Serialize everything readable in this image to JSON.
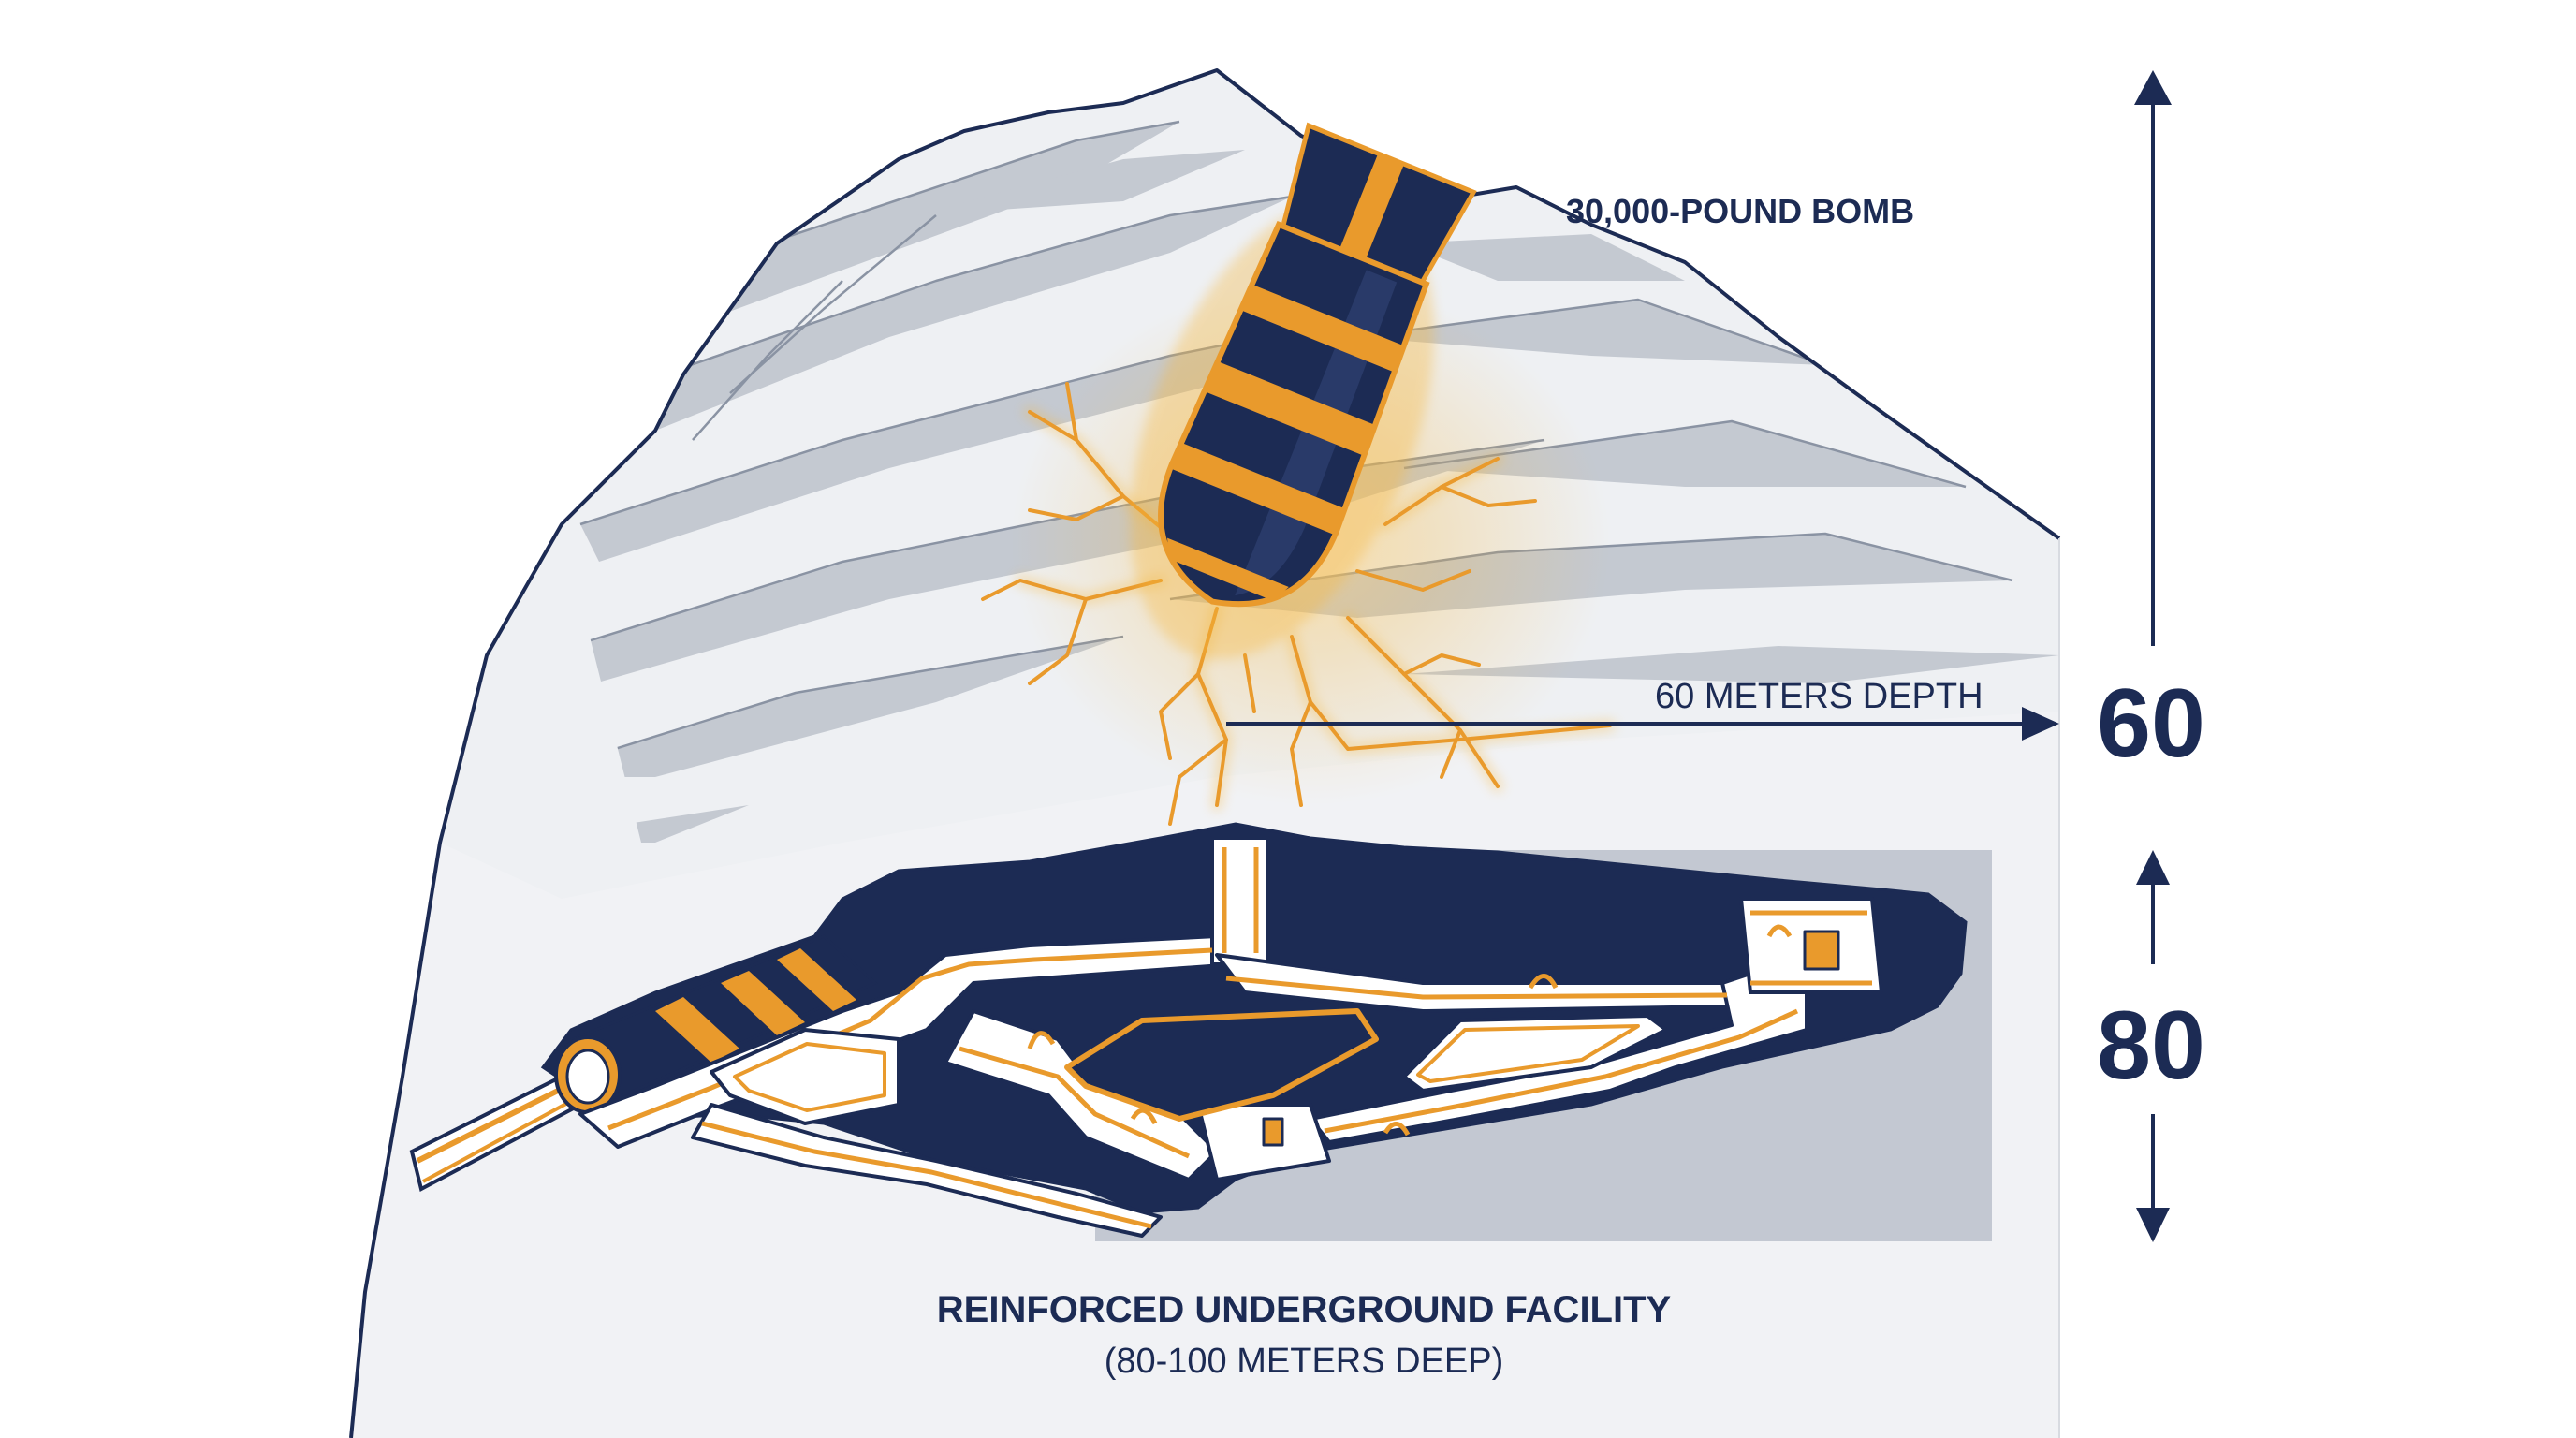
{
  "labels": {
    "bomb": "30,000-POUND BOMB",
    "depth": "60 METERS DEPTH",
    "facility_title": "REINFORCED UNDERGROUND FACILITY",
    "facility_subtitle": "(80-100 METERS DEEP)"
  },
  "scale": {
    "upper_value": "60",
    "lower_value": "80"
  },
  "colors": {
    "navy": "#1c2b54",
    "orange": "#e99a2c",
    "rock_light": "#eef0f3",
    "rock_stripe": "#c4c9d1",
    "ground": "#f1f2f5",
    "facility_shadow": "#c3c8d2",
    "glow": "#f6b73c"
  },
  "icons": {
    "bomb": "bomb-icon",
    "cracks": "crack-lines",
    "facility": "bunker-cutaway",
    "arrows": "double-arrow-icon"
  }
}
